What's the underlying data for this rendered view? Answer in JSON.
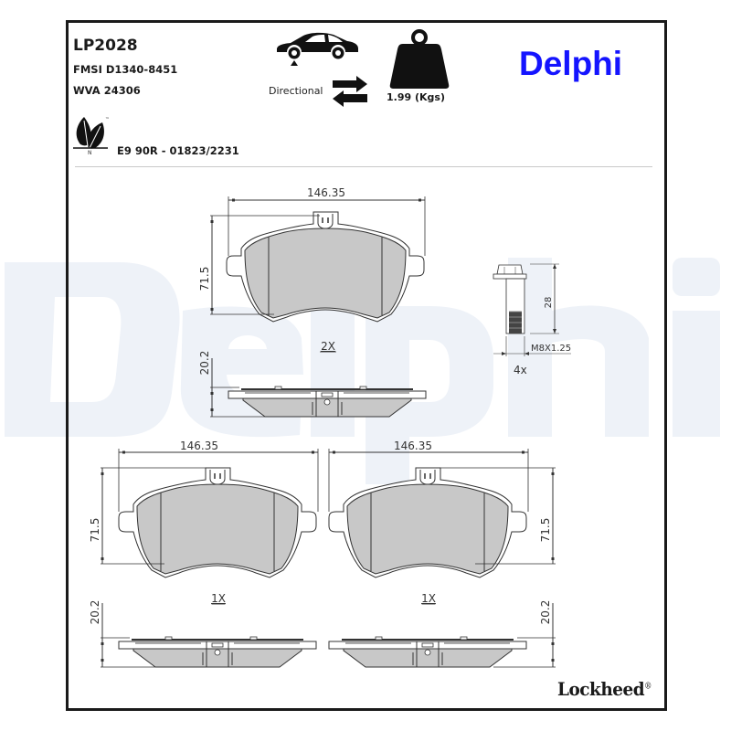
{
  "header": {
    "part_number": "LP2028",
    "fmsi": "FMSI D1340-8451",
    "wva": "WVA 24306",
    "approval": "E9 90R - 01823/2231",
    "directional_label": "Directional",
    "weight_label": "1.99 (Kgs)"
  },
  "branding": {
    "brand": "Delphi",
    "brand_color": "#1414ff",
    "watermark": "Delphi",
    "watermark_color": "#eef2f8",
    "footer_brand": "Lockheed",
    "footer_registered": "®"
  },
  "icons": {
    "car": "car-front-axle-icon",
    "directional": "directional-arrows-icon",
    "weight": "weight-icon",
    "eco": "eco-leaf-icon",
    "eco_sub": "N"
  },
  "drawings": {
    "top_pair": {
      "width": "146.35",
      "height": "71.5",
      "thickness": "20.2",
      "quantity": "2X"
    },
    "bottom_left": {
      "width": "146.35",
      "height": "71.5",
      "thickness": "20.2",
      "quantity": "1X"
    },
    "bottom_right": {
      "width": "146.35",
      "height": "71.5",
      "thickness": "20.2",
      "quantity": "1X"
    },
    "bolt": {
      "length": "28",
      "thread": "M8X1.25",
      "quantity": "4x"
    }
  },
  "colors": {
    "pad_fill": "#c8c8c8",
    "line": "#333333",
    "frame": "#1a1a1a"
  }
}
